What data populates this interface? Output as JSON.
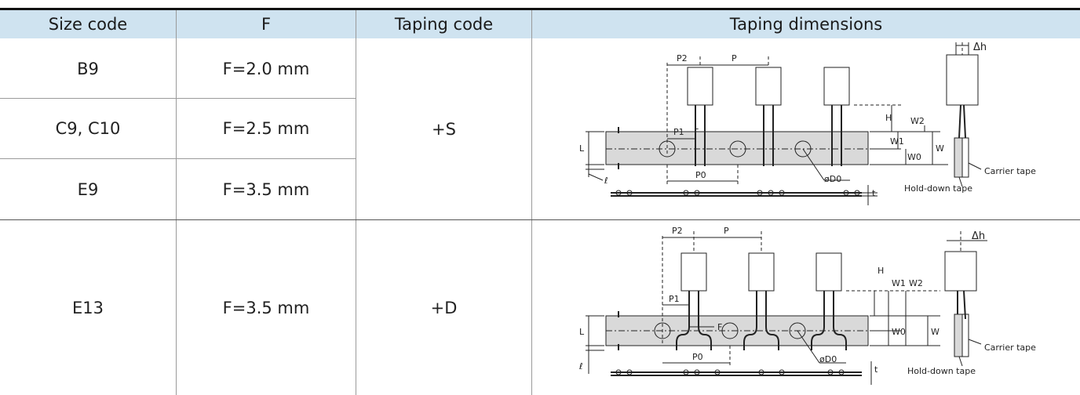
{
  "headers": {
    "size_code": "Size code",
    "f": "F",
    "taping_code": "Taping code",
    "taping_dimensions": "Taping dimensions"
  },
  "rows": [
    {
      "size_code": "B9",
      "f": "F=2.0 mm"
    },
    {
      "size_code": "C9, C10",
      "f": "F=2.5 mm"
    },
    {
      "size_code": "E9",
      "f": "F=3.5 mm"
    },
    {
      "size_code": "E13",
      "f": "F=3.5 mm"
    }
  ],
  "taping_codes": [
    "+S",
    "+D"
  ],
  "diagram_labels": {
    "p2": "P2",
    "p": "P",
    "p1": "P1",
    "f": "F",
    "p0": "P0",
    "h": "H",
    "l": "L",
    "ell": "ℓ",
    "w": "W",
    "w0": "W0",
    "w1": "W1",
    "w2": "W2",
    "d0": "øD0",
    "t": "t",
    "dh": "Δh",
    "carrier_tape": "Carrier tape",
    "hold_down_tape": "Hold-down tape"
  },
  "colors": {
    "header_bg": "#cfe3f0",
    "tape_fill": "#d9d9d9"
  }
}
